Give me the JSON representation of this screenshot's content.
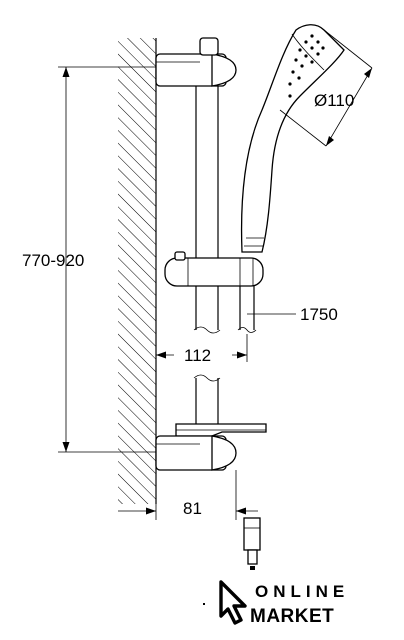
{
  "dimensions": {
    "height_range": "770-920",
    "diameter": "Ø110",
    "hose_length": "1750",
    "projection_top": "112",
    "projection_bottom": "81"
  },
  "logo": {
    "line1": "ONLINE",
    "line2": "MARKET"
  },
  "icons": [
    "cursor-arrow-icon"
  ],
  "colors": {
    "line": "#000000",
    "background": "#ffffff"
  }
}
